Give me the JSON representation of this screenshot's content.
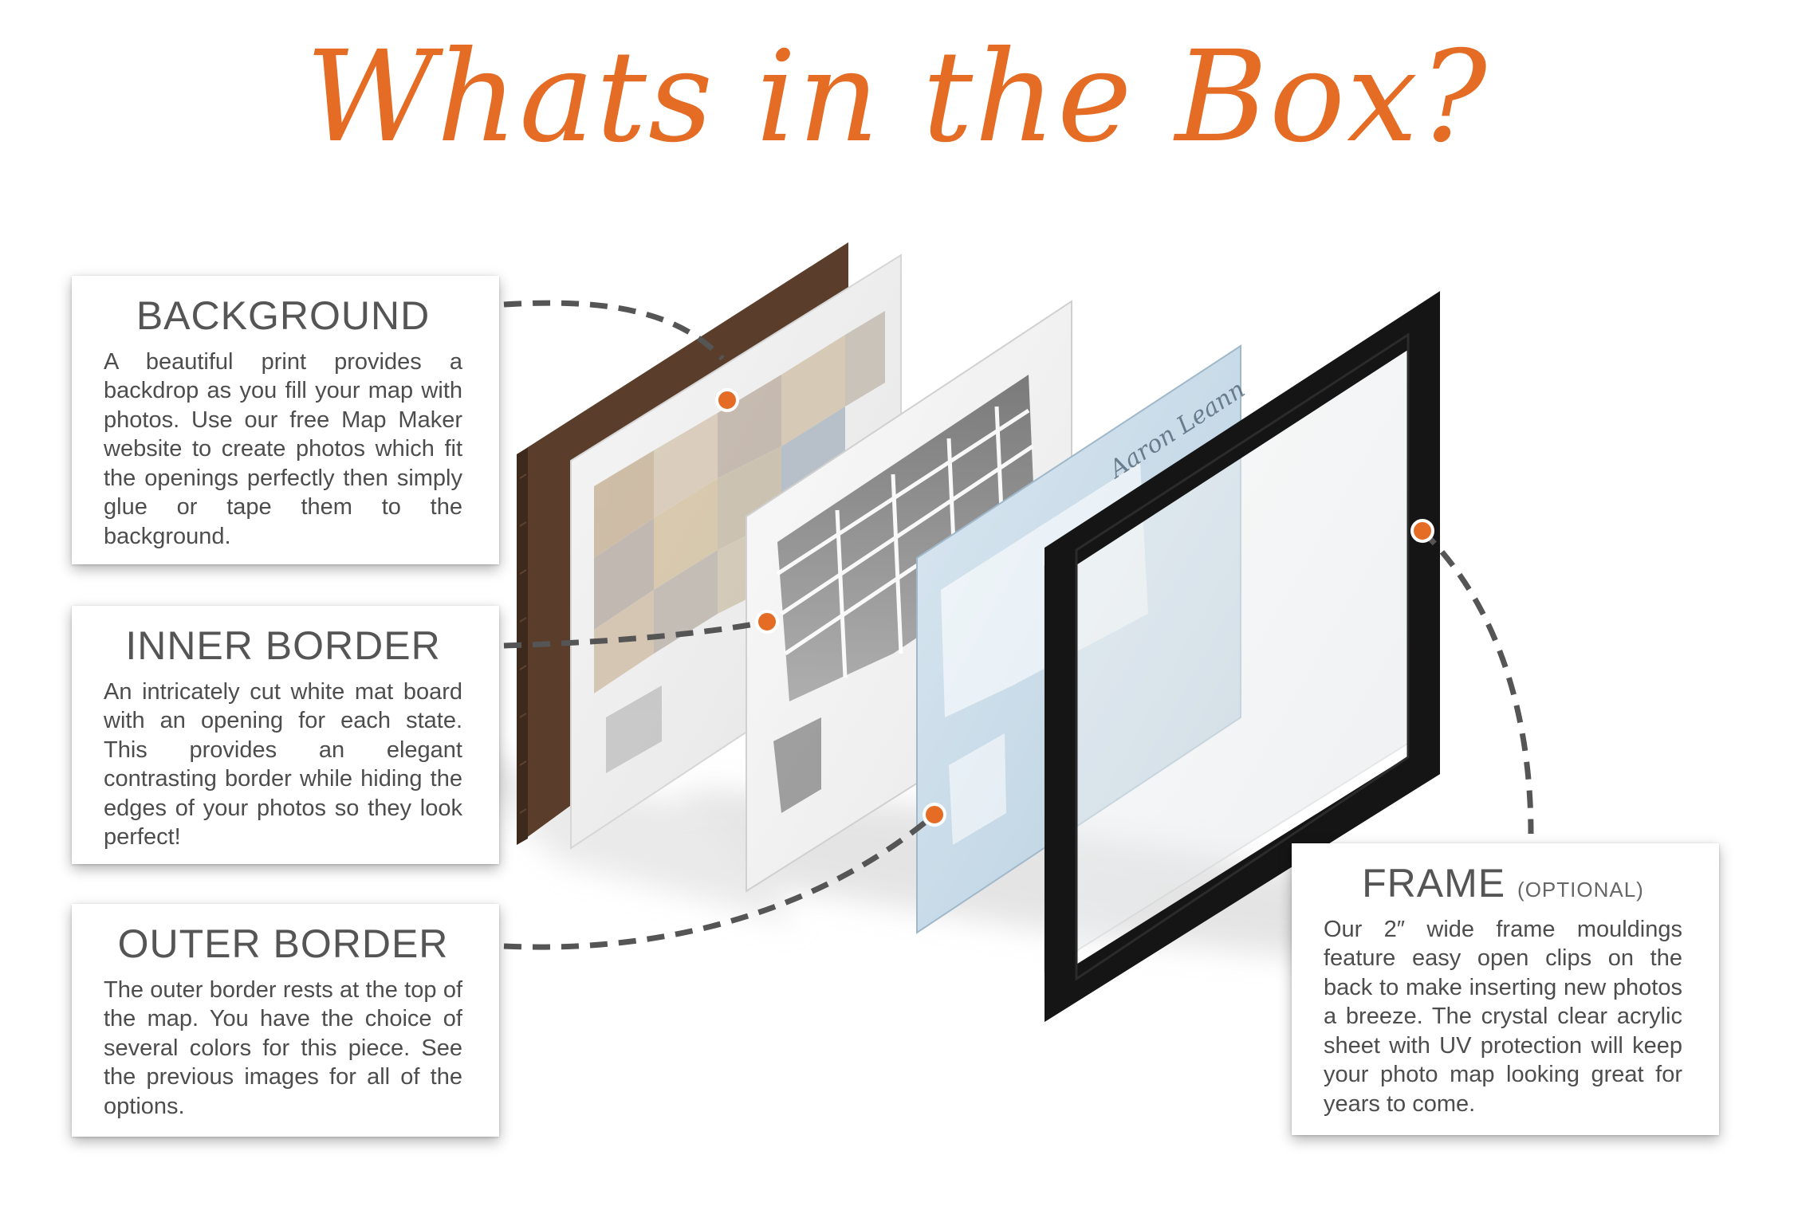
{
  "headline": "Whats in the Box?",
  "colors": {
    "accent": "#e46c25",
    "cork": "#5a3d2a",
    "frame": "#151515",
    "outer_border": "#c9dcea",
    "card_text": "#4d4d4d"
  },
  "cards": {
    "background": {
      "title": "BACKGROUND",
      "body": "A beautiful print provides a backdrop as you fill your map with photos.  Use our free Map Maker website to create photos which fit the openings perfectly then simply glue or tape them to the background."
    },
    "inner_border": {
      "title": "INNER BORDER",
      "body": "An intricately cut white mat board with an opening for each state. This provides an elegant contrasting border while hiding the edges of your photos so they look perfect!"
    },
    "outer_border": {
      "title": "OUTER BORDER",
      "body": "The outer border rests at the top of the map. You have the choice of several colors for this piece. See the previous images for all of the options."
    },
    "frame": {
      "title": "FRAME",
      "subtitle": "(OPTIONAL)",
      "body": "Our 2″ wide frame mouldings feature easy open clips on the back to make inserting new photos a breeze. The crystal clear acrylic sheet with UV protection will keep your photo map looking great for years to come."
    }
  }
}
